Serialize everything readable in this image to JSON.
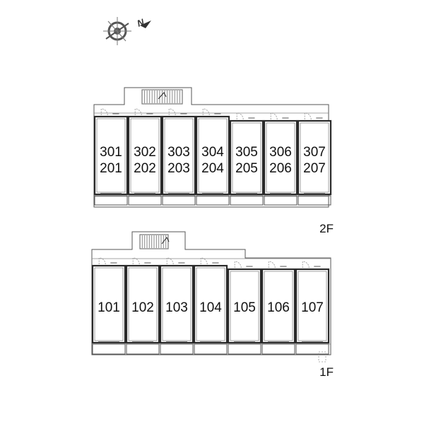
{
  "compass": {
    "north_label": "N"
  },
  "upper_floor": {
    "label": "2F",
    "units": [
      {
        "top": "301",
        "bottom": "201"
      },
      {
        "top": "302",
        "bottom": "202"
      },
      {
        "top": "303",
        "bottom": "203"
      },
      {
        "top": "304",
        "bottom": "204"
      },
      {
        "top": "305",
        "bottom": "205"
      },
      {
        "top": "306",
        "bottom": "206"
      },
      {
        "top": "307",
        "bottom": "207"
      }
    ]
  },
  "ground_floor": {
    "label": "1F",
    "units": [
      "101",
      "102",
      "103",
      "104",
      "105",
      "106",
      "107"
    ]
  },
  "colors": {
    "line": "#2a2a2a",
    "stair": "#8a8a8a",
    "dash": "#999999"
  }
}
